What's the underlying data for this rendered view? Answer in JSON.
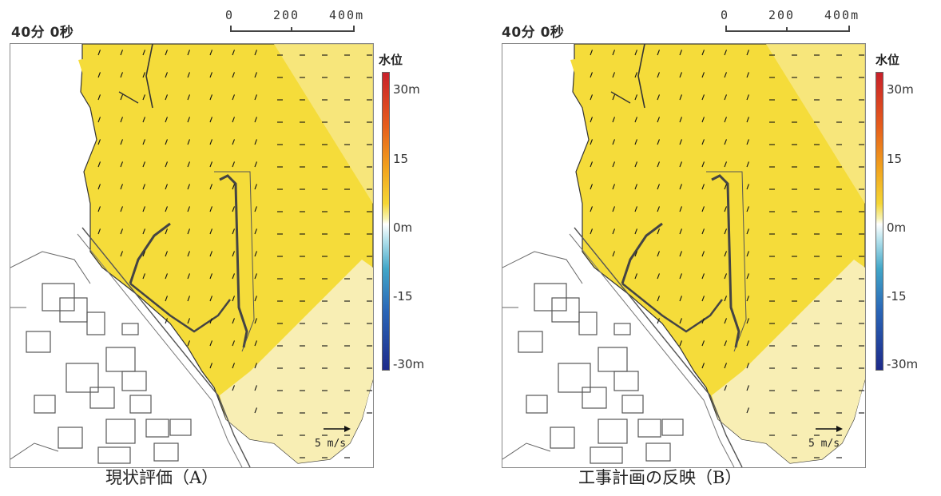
{
  "panels": [
    {
      "id": "A",
      "time_label": "40分 0秒",
      "scale": {
        "label_0": "0",
        "label_200": "200",
        "label_400": "400m"
      },
      "legend": {
        "title": "水位",
        "max": "30m",
        "upper": "15",
        "zero": "0m",
        "lower": "-15",
        "min": "-30m"
      },
      "vector_key": "5 m/s",
      "caption": "現状評価（A）"
    },
    {
      "id": "B",
      "time_label": "40分 0秒",
      "scale": {
        "label_0": "0",
        "label_200": "200",
        "label_400": "400m"
      },
      "legend": {
        "title": "水位",
        "max": "30m",
        "upper": "15",
        "zero": "0m",
        "lower": "-15",
        "min": "-30m"
      },
      "vector_key": "5 m/s",
      "caption": "工事計画の反映（B）"
    }
  ],
  "colors": {
    "sea_yellow": "#f5dc3a",
    "sea_light": "#f7e98c",
    "sea_pale": "#f8eeb4",
    "colorbar_top": "#c8202a",
    "colorbar_bottom": "#1d2a8a"
  }
}
